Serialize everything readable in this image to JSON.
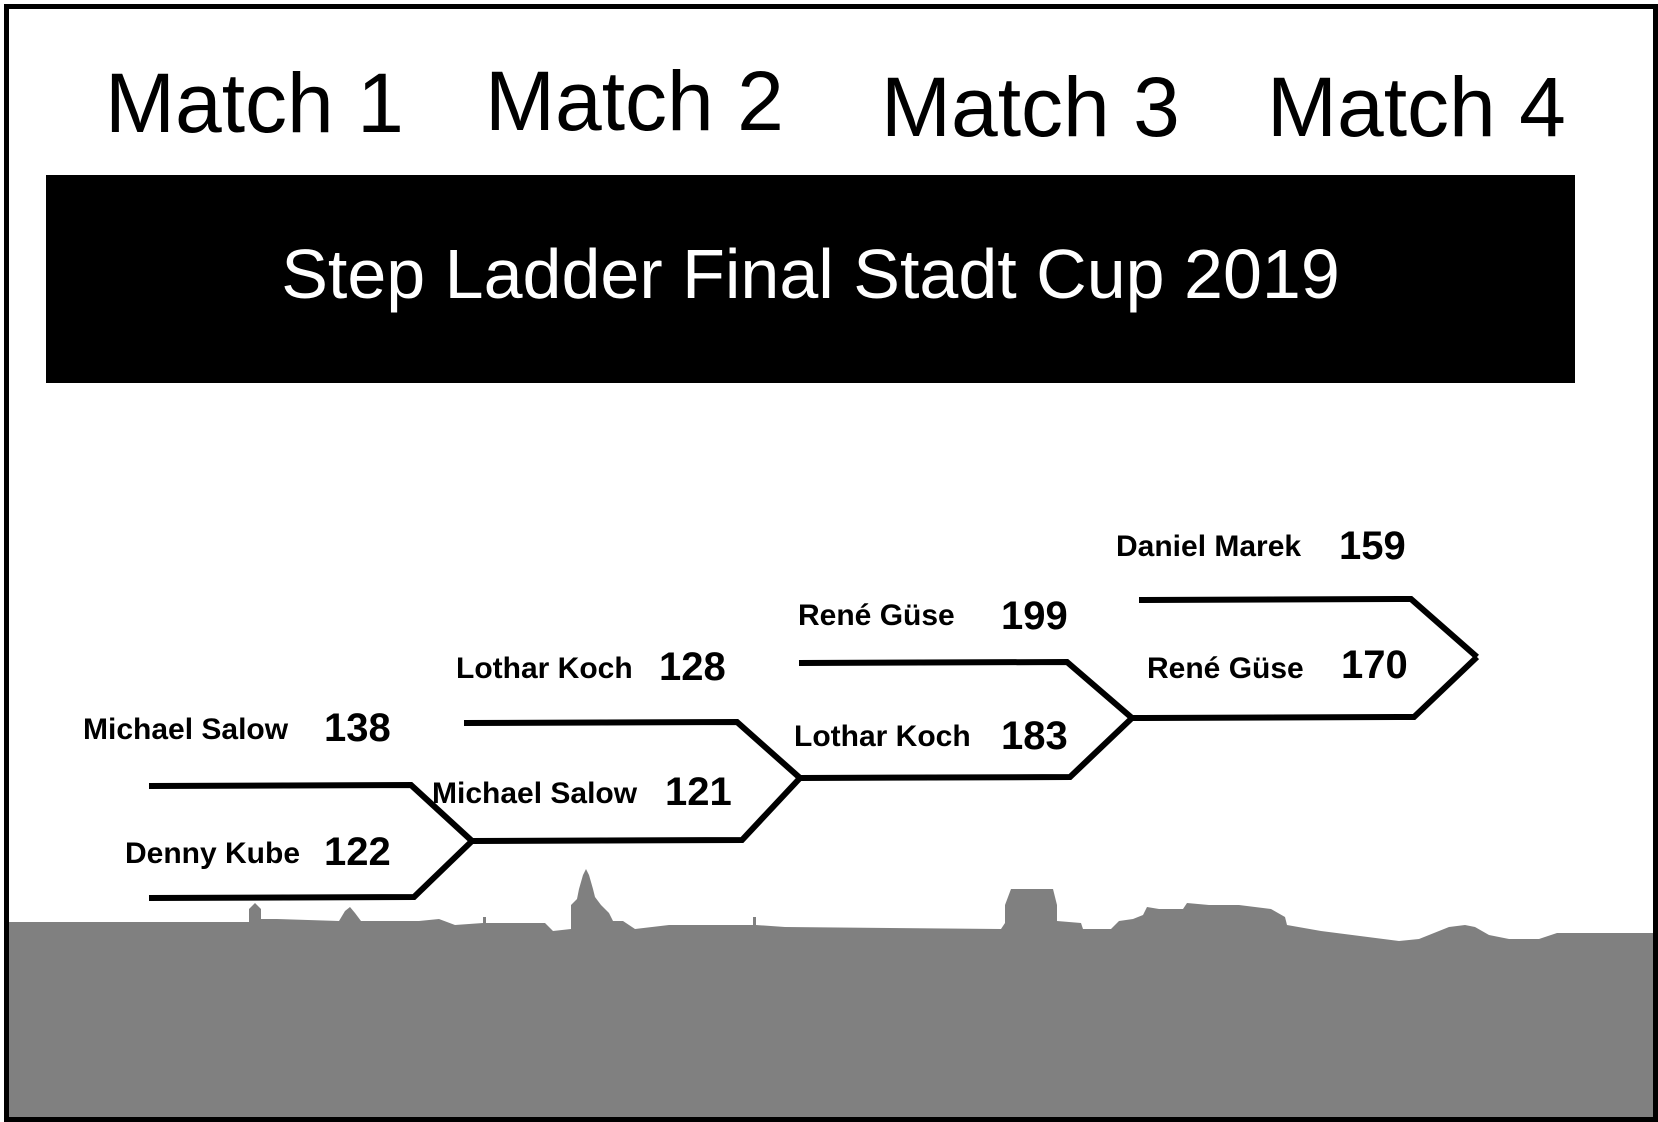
{
  "matches": [
    {
      "label": "Match 1",
      "top": {
        "name": "Michael Salow",
        "score": "138"
      },
      "bottom": {
        "name": "Denny Kube",
        "score": "122"
      }
    },
    {
      "label": "Match 2",
      "top": {
        "name": "Lothar Koch",
        "score": "128"
      },
      "bottom": {
        "name": "Michael Salow",
        "score": "121"
      }
    },
    {
      "label": "Match 3",
      "top": {
        "name": "René Güse",
        "score": "199"
      },
      "bottom": {
        "name": "Lothar Koch",
        "score": "183"
      }
    },
    {
      "label": "Match 4",
      "top": {
        "name": "Daniel Marek",
        "score": "159"
      },
      "bottom": {
        "name": "René Güse",
        "score": "170"
      }
    }
  ],
  "banner": {
    "title": "Step Ladder Final Stadt Cup 2019"
  },
  "colors": {
    "background": "#ffffff",
    "banner": "#000000",
    "banner_text": "#ffffff",
    "lines": "#000000",
    "skyline": "#808080"
  }
}
